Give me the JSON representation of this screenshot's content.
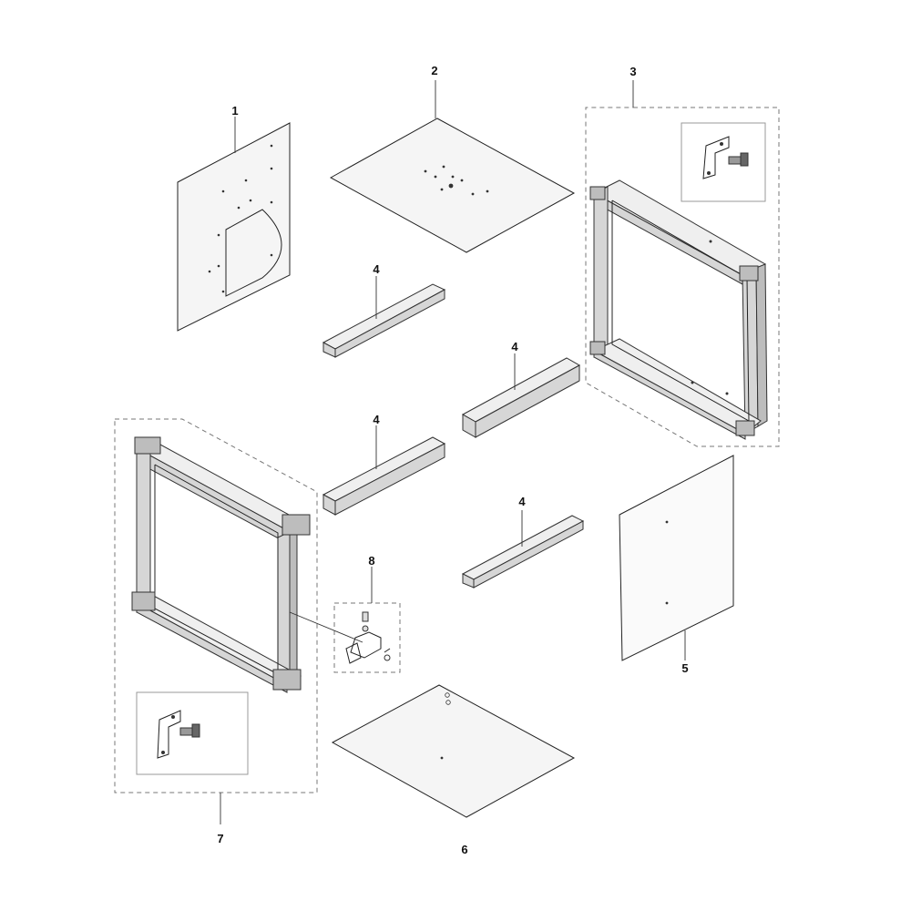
{
  "callouts": {
    "c1": "1",
    "c2": "2",
    "c3": "3",
    "c4a": "4",
    "c4b": "4",
    "c4c": "4",
    "c4d": "4",
    "c5": "5",
    "c6": "6",
    "c7": "7",
    "c8": "8"
  }
}
